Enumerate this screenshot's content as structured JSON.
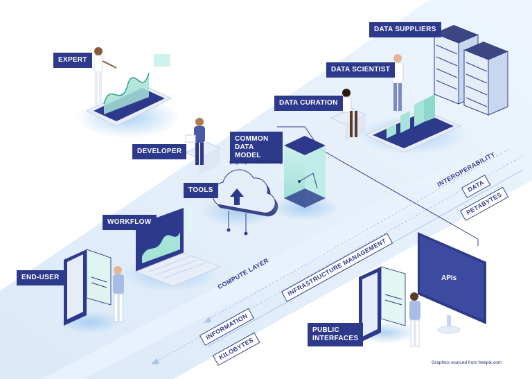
{
  "roles": {
    "expert": "EXPERT",
    "developer": "DEVELOPER",
    "tools": "TOOLS",
    "workflow": "WORKFLOW",
    "end_user": "END-USER",
    "data_suppliers": "DATA SUPPLIERS",
    "data_scientist": "DATA SCIENTIST",
    "data_curation": "DATA CURATION",
    "common_data_model": "COMMON DATA MODEL",
    "public_interfaces": "PUBLIC INTERFACES"
  },
  "notes": {
    "data_cube": "(e.g. Open Data Cube)",
    "credit": "Graphics sourced from freepik.com"
  },
  "flow": {
    "interoperability": "INTEROPERABILITY",
    "data": "DATA",
    "petabytes": "PETABYTES",
    "infrastructure": "INFRASTRUCTURE MANAGEMENT",
    "compute_layer": "COMPUTE LAYER",
    "information": "INFORMATION",
    "kilobytes": "KILOBYTES",
    "apis": "APIs"
  },
  "colors": {
    "navy": "#2d3a8c",
    "band": "#e3eefa",
    "teal": "#a6e3d8",
    "slate": "#3c4682"
  }
}
